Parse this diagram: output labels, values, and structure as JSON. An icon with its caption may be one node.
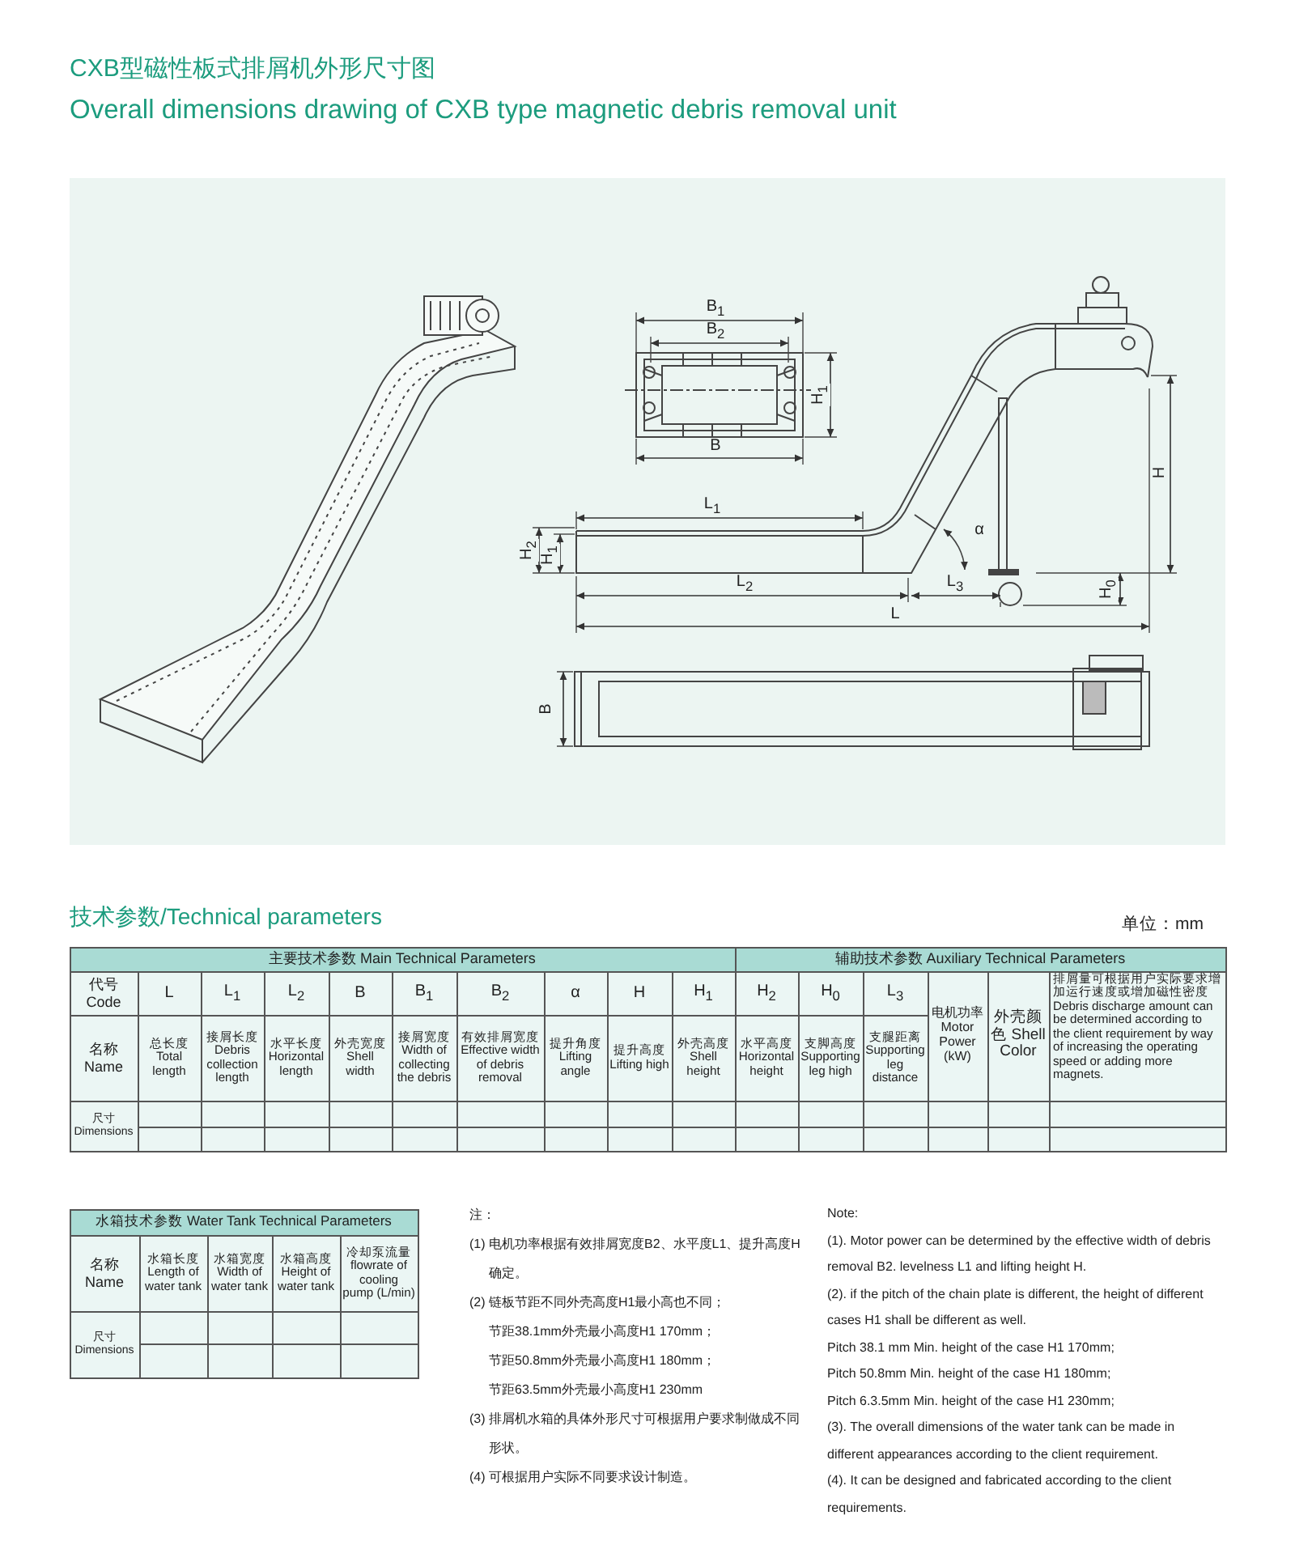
{
  "diagram": {
    "title": "CXB型磁性板式排屑机外形尺寸图",
    "labels": [
      "Overall dimensions drawing of CXB type magnetic debris removal unit",
      "B$_{1}$",
      "B$_{2}$",
      "H$_{1}$",
      "B",
      "L$_{1}$",
      "H$_{2}$",
      "H$_{1}$",
      "α",
      "H",
      "L$_{2}$",
      "L$_{3}$",
      "H$_{0}$",
      "L",
      "B",
      "技术参数/Technical parameters",
      "单位：mm",
      "主要技术参数 Main Technical Parameters",
      "辅助技术参数 Auxiliary Technical Parameters",
      "代号 Code",
      "L",
      "L$_{1}$",
      "L$_{2}$",
      "B",
      "B$_{1}$",
      "B$_{2}$",
      "α",
      "H",
      "H$_{1}$",
      "H$_{2}$",
      "H$_{0}$",
      "L$_{3}$",
      "电机功率 Motor Power (kW)",
      "外壳颜色 Shell Color",
      "排屑量可根据用户实际要求增加运行速度或增加磁性密度 Debris discharge amount can be determined according to the client requirement by way of increasing the operating speed or adding more magnets.",
      "名称 Name",
      "总长度 Total length",
      "接屑长度 Debris collection length",
      "水平长度 Horizontal length",
      "外壳宽度 Shell width",
      "接屑宽度 Width of collecting the debris",
      "有效排屑宽度 Effective width of debris removal",
      "提升角度 Lifting angle",
      "提升高度 Lifting high",
      "外壳高度 Shell height",
      "水平高度 Horizontal height",
      "支脚高度 Supporting leg high",
      "支腿距离 Supporting leg distance",
      "尺寸 Dimensions",
      "水箱技术参数 Water Tank Technical Parameters",
      "名称 Name",
      "水箱长度 Length of water tank",
      "水箱宽度 Width of water tank",
      "水箱高度 Height of water tank",
      "冷却泵流量 flowrate of cooling pump (L/min)",
      "尺寸 Dimensions",
      "注：",
      "(1) 电机功率根据有效排屑宽度B2、水平度L1、提升高度H确定。",
      "(2) 链板节距不同外壳高度H1最小高也不同；",
      "节距38.1mm外壳最小高度H1 170mm；",
      "节距50.8mm外壳最小高度H1 180mm；",
      "节距63.5mm外壳最小高度H1 230mm",
      "(3) 排屑机水箱的具体外形尺寸可根据用户要求制做成不同形状。",
      "(4) 可根据用户实际不同要求设计制造。",
      "Note:",
      "(1). Motor power can be determined by the effective width of debris removal B2. levelness L1 and lifting height H.",
      "(2). if the pitch of the chain plate is different, the height of different cases H1 shall be different as well.",
      "Pitch 38.1 mm Min. height of the case H1 170mm;",
      "Pitch 50.8mm Min. height of the case H1 180mm;",
      "Pitch 6.3.5mm Min. height of the case H1 230mm;",
      "(3). The overall dimensions of the water tank can be made in different appearances according to the client requirement.",
      "(4). It can be designed and fabricated according to the client requirements."
    ]
  }
}
